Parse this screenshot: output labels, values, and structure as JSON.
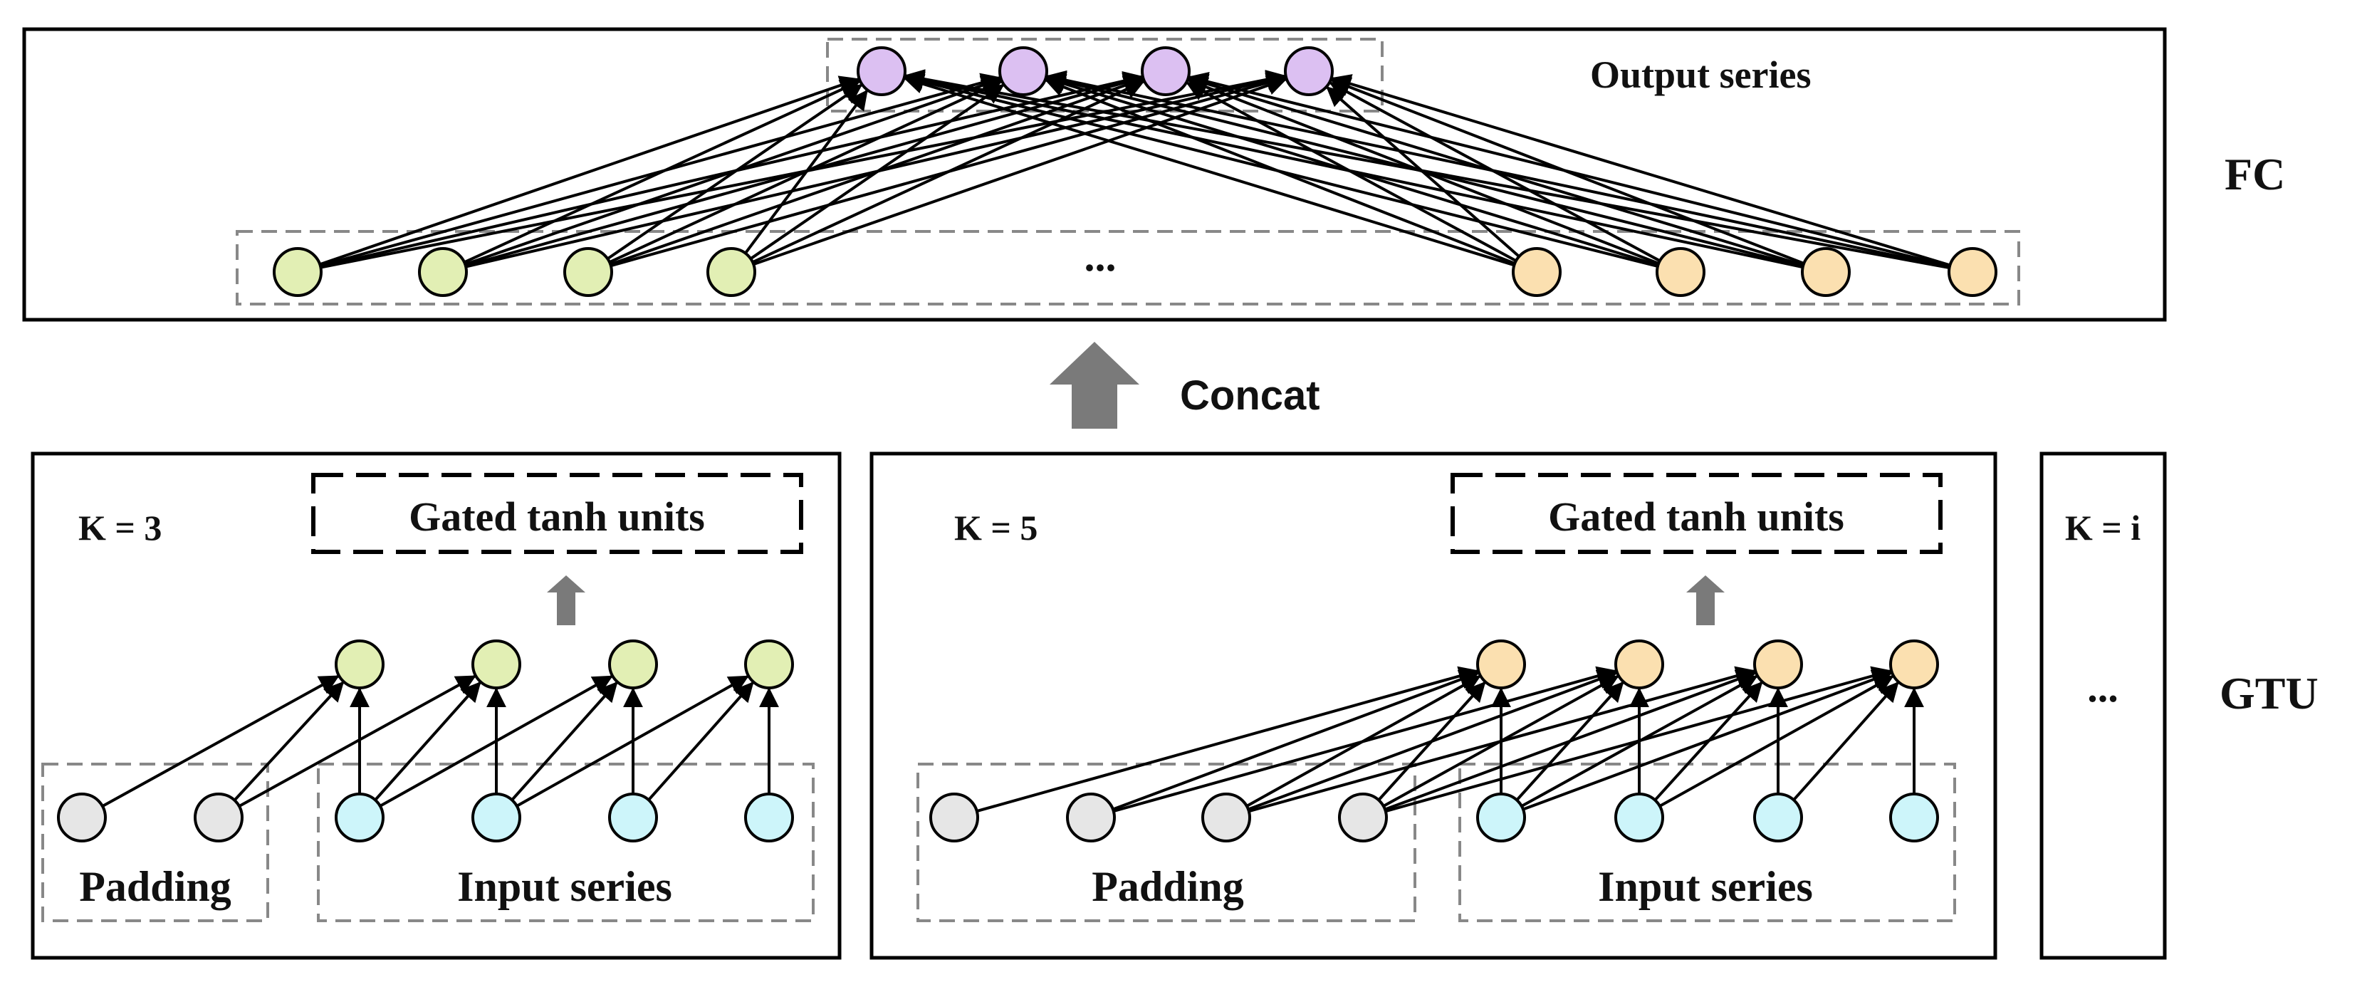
{
  "fc_block": {
    "output_label": "Output series",
    "ellipsis": "...",
    "side_label": "FC"
  },
  "concat_label": "Concat",
  "gtu_blocks": [
    {
      "k_label": "K = 3",
      "gate_label": "Gated tanh units",
      "padding_label": "Padding",
      "input_label": "Input series"
    },
    {
      "k_label": "K = 5",
      "gate_label": "Gated tanh units",
      "padding_label": "Padding",
      "input_label": "Input series"
    }
  ],
  "extra_block": {
    "k_label": "K = i",
    "ellipsis": "..."
  },
  "gtu_side_label": "GTU",
  "colors": {
    "output_node": "#dcc0f2",
    "fc_input_green": "#e2efb4",
    "fc_input_orange": "#fbe0b0",
    "padding_node": "#e6e6e6",
    "input_node": "#cdf5fa",
    "gtu_green": "#e2efb4",
    "gtu_orange": "#fbe0b0",
    "arrow_gray": "#7a7a7a"
  }
}
